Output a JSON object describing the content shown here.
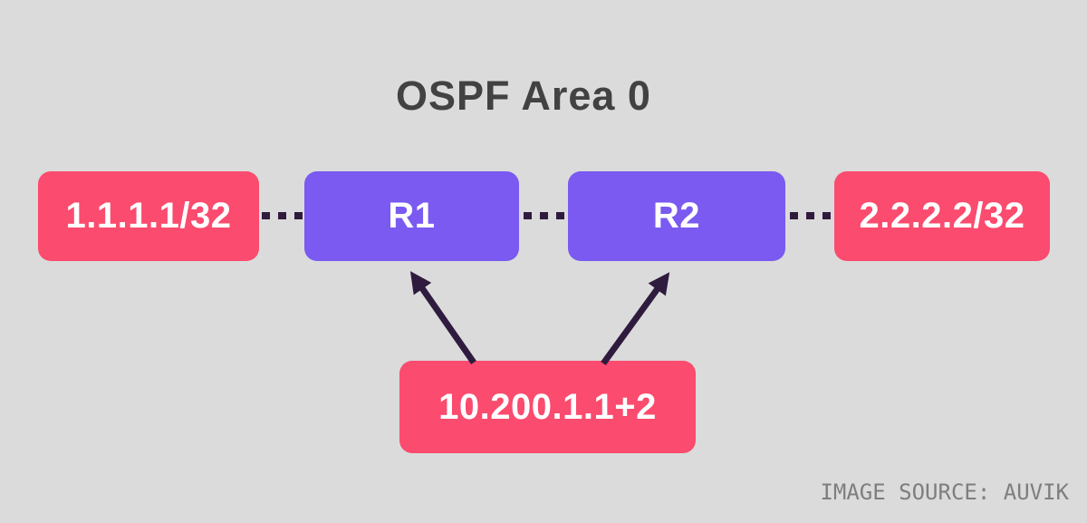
{
  "title": "OSPF Area 0",
  "credit": "IMAGE SOURCE: AUVIK",
  "colors": {
    "background": "#DBDBDB",
    "node_pink": "#FB4B6E",
    "node_purple": "#7A5AF0",
    "line_color": "#2E1B3E",
    "title_color": "#424242",
    "credit_color": "#7E7E7E",
    "node_text": "#FFFFFF"
  },
  "nodes": {
    "lo1": {
      "label": "1.1.1.1/32",
      "type": "loopback-network"
    },
    "r1": {
      "label": "R1",
      "type": "router"
    },
    "r2": {
      "label": "R2",
      "type": "router"
    },
    "lo2": {
      "label": "2.2.2.2/32",
      "type": "loopback-network"
    },
    "subnet": {
      "label": "10.200.1.1+2",
      "type": "transit-subnet"
    }
  },
  "edges": [
    {
      "from": "lo1",
      "to": "r1",
      "style": "dashed"
    },
    {
      "from": "r1",
      "to": "r2",
      "style": "dashed"
    },
    {
      "from": "r2",
      "to": "lo2",
      "style": "dashed"
    },
    {
      "from": "subnet",
      "to": "r1",
      "style": "arrow"
    },
    {
      "from": "subnet",
      "to": "r2",
      "style": "arrow"
    }
  ]
}
